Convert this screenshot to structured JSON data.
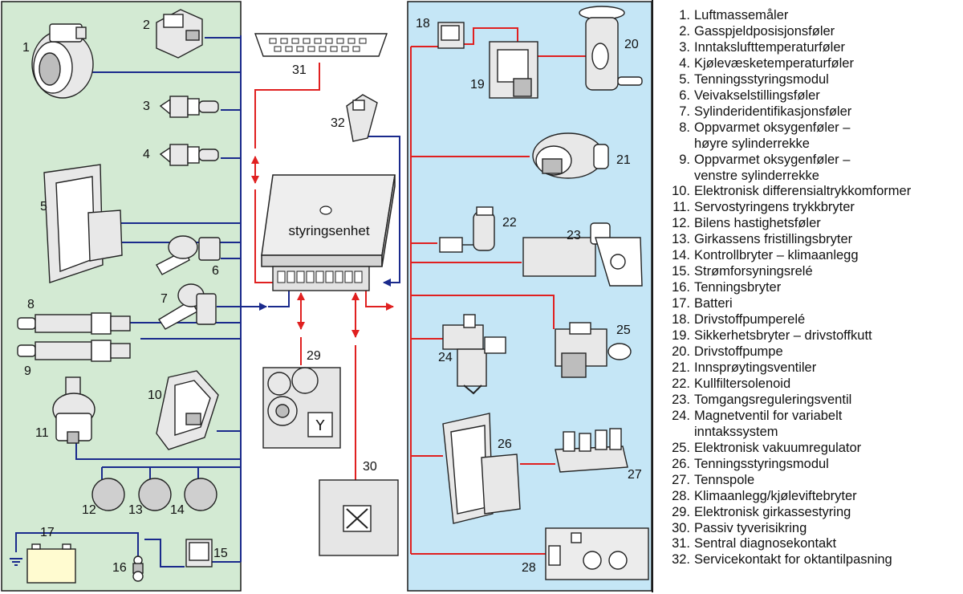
{
  "colors": {
    "left_panel": "#d3ead3",
    "right_panel": "#c5e6f6",
    "wire_blue": "#1a2a8c",
    "wire_red": "#e02020"
  },
  "ecu_label": "styringsenhet",
  "components": {
    "c1": "1",
    "c2": "2",
    "c3": "3",
    "c4": "4",
    "c5": "5",
    "c6": "6",
    "c7": "7",
    "c8": "8",
    "c9": "9",
    "c10": "10",
    "c11": "11",
    "c12": "12",
    "c13": "13",
    "c14": "14",
    "c15": "15",
    "c16": "16",
    "c17": "17",
    "c18": "18",
    "c19": "19",
    "c20": "20",
    "c21": "21",
    "c22": "22",
    "c23": "23",
    "c24": "24",
    "c25": "25",
    "c26": "26",
    "c27": "27",
    "c28": "28",
    "c29": "29",
    "c30": "30",
    "c31": "31",
    "c32": "32"
  },
  "legend": [
    {
      "n": "1.",
      "t": "Luftmassemåler"
    },
    {
      "n": "2.",
      "t": "Gasspjeldposisjonsføler"
    },
    {
      "n": "3.",
      "t": "Inntakslufttemperaturføler"
    },
    {
      "n": "4.",
      "t": "Kjølevæsketemperaturføler"
    },
    {
      "n": "5.",
      "t": "Tenningsstyringsmodul"
    },
    {
      "n": "6.",
      "t": "Veivakselstillingsføler"
    },
    {
      "n": "7.",
      "t": "Sylinderidentifikasjonsføler"
    },
    {
      "n": "8.",
      "t": "Oppvarmet oksygenføler –"
    },
    {
      "n": "",
      "t": "høyre sylinderrekke"
    },
    {
      "n": "9.",
      "t": "Oppvarmet oksygenføler –"
    },
    {
      "n": "",
      "t": "venstre sylinderrekke"
    },
    {
      "n": "10.",
      "t": "Elektronisk differensialtrykkomformer"
    },
    {
      "n": "11.",
      "t": "Servostyringens trykkbryter"
    },
    {
      "n": "12.",
      "t": "Bilens hastighetsføler"
    },
    {
      "n": "13.",
      "t": "Girkassens fristillingsbryter"
    },
    {
      "n": "14.",
      "t": "Kontrollbryter – klimaanlegg"
    },
    {
      "n": "15.",
      "t": "Strømforsyningsrelé"
    },
    {
      "n": "16.",
      "t": "Tenningsbryter"
    },
    {
      "n": "17.",
      "t": "Batteri"
    },
    {
      "n": "18.",
      "t": "Drivstoffpumperelé"
    },
    {
      "n": "19.",
      "t": "Sikkerhetsbryter – drivstoffkutt"
    },
    {
      "n": "20.",
      "t": "Drivstoffpumpe"
    },
    {
      "n": "21.",
      "t": "Innsprøytingsventiler"
    },
    {
      "n": "22.",
      "t": "Kullfiltersolenoid"
    },
    {
      "n": "23.",
      "t": "Tomgangsreguleringsventil"
    },
    {
      "n": "24.",
      "t": "Magnetventil for variabelt"
    },
    {
      "n": "",
      "t": "inntakssystem"
    },
    {
      "n": "25.",
      "t": "Elektronisk vakuumregulator"
    },
    {
      "n": "26.",
      "t": "Tenningsstyringsmodul"
    },
    {
      "n": "27.",
      "t": "Tennspole"
    },
    {
      "n": "28.",
      "t": "Klimaanlegg/kjøleviftebryter"
    },
    {
      "n": "29.",
      "t": "Elektronisk girkassestyring"
    },
    {
      "n": "30.",
      "t": "Passiv tyverisikring"
    },
    {
      "n": "31.",
      "t": "Sentral diagnosekontakt"
    },
    {
      "n": "32.",
      "t": "Servicekontakt for oktantilpasning"
    }
  ]
}
